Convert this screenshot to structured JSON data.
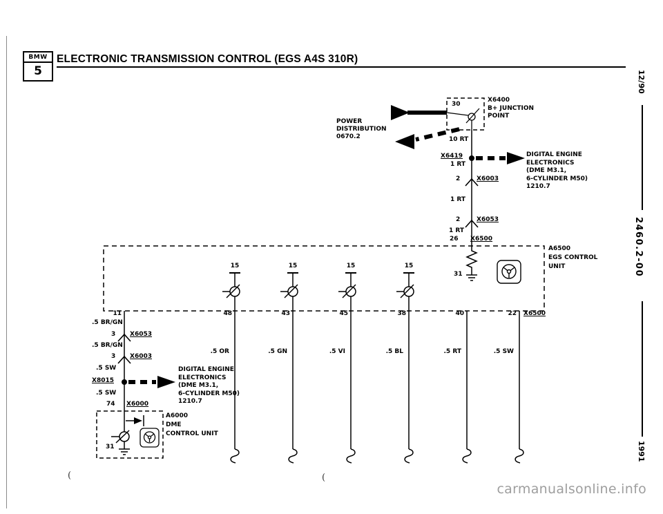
{
  "header": {
    "brand": "BMW",
    "series": "5",
    "title": "ELECTRONIC TRANSMISSION CONTROL (EGS A4S 310R)"
  },
  "margin": {
    "issue": "12/90",
    "doc_number": "2460.2-00",
    "year": "1991"
  },
  "power": {
    "label": "POWER\nDISTRIBUTION\n0670.2",
    "junction_terminal": "30",
    "junction_code": "X6400",
    "junction_desc": "B+ JUNCTION\nPOINT",
    "feed_wire_label": "10 RT"
  },
  "feed": {
    "tap_code": "X6419",
    "tap_note": "DIGITAL ENGINE\nELECTRONICS\n(DME M3.1,\n6-CYLINDER M50)\n1210.7",
    "segment1": "1 RT",
    "connector1_pin": "2",
    "connector1_code": "X6003",
    "segment2": "1 RT",
    "connector2_pin": "2",
    "connector2_code": "X6053",
    "segment3": "1 RT",
    "entry_pin": "26",
    "entry_code": "X6500"
  },
  "egs_unit": {
    "name": "A6500",
    "desc1": "EGS CONTROL",
    "desc2": "UNIT",
    "ground_pin": "31",
    "terminals": [
      "15",
      "15",
      "15",
      "15"
    ]
  },
  "pins": {
    "values": [
      "11",
      "48",
      "43",
      "45",
      "38",
      "40",
      "22"
    ],
    "code": "X6500"
  },
  "branch": {
    "wire1": ".5 BR/GN",
    "connector1_pin": "3",
    "connector1_code": "X6053",
    "wire2": ".5 BR/GN",
    "connector2_pin": "3",
    "connector2_code": "X6003",
    "wire3": ".5 SW",
    "tap_code": "X8015",
    "tap_note": "DIGITAL ENGINE\nELECTRONICS\n(DME M3.1,\n6-CYLINDER M50)\n1210.7",
    "wire4": ".5 SW",
    "entry_pin": "74",
    "entry_code": "X6000"
  },
  "dme_unit": {
    "name": "A6000",
    "desc1": "DME",
    "desc2": "CONTROL UNIT",
    "ground_pin": "31"
  },
  "wire_colors": [
    ".5 OR",
    ".5 GN",
    ".5 VI",
    ".5 BL",
    ".5 RT",
    ".5 SW"
  ],
  "artifacts": {
    "mark1": "(",
    "mark2": "("
  },
  "watermark": "carmanualsonline.info",
  "colors": {
    "ink": "#000000",
    "watermark": "#9e9e9e"
  }
}
